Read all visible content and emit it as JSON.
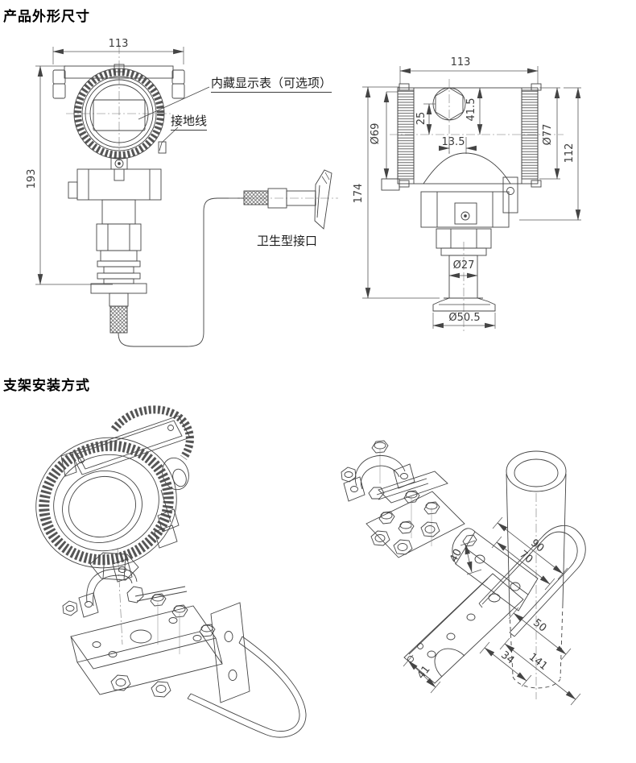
{
  "sections": {
    "outline": {
      "title": "产品外形尺寸"
    },
    "bracket": {
      "title": "支架安装方式"
    }
  },
  "front_view": {
    "dim_width": "113",
    "dim_height": "193",
    "label_display": "内藏显示表（可选项）",
    "label_ground": "接地线",
    "label_sanitary": "卫生型接口"
  },
  "side_view": {
    "dim_width": "113",
    "dim_cap_front": "Ø69",
    "dim_conduit_offset": "25",
    "dim_conduit_height": "41.5",
    "dim_center_offset": "13.5",
    "dim_cap_rear": "Ø77",
    "dim_body_height": "112",
    "dim_total_height": "174",
    "dim_neck_dia": "Ø27",
    "dim_clamp_dia": "Ø50.5"
  },
  "pipe_mount_view": {
    "dim_bracket_height": "40",
    "dim_ubolt_outer": "90",
    "dim_ubolt_inner": "70",
    "dim_plate_width": "50",
    "dim_hole_spacing": "34",
    "dim_plate_length": "141",
    "dim_slot_offset": "41"
  }
}
